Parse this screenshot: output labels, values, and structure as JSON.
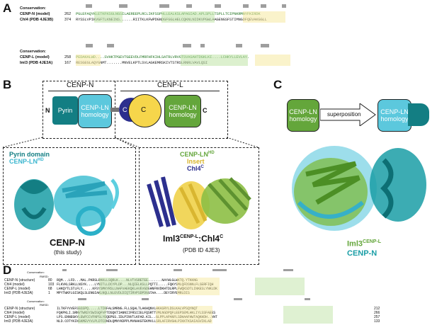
{
  "panels": {
    "a": "A",
    "b": "B",
    "c": "C",
    "d": "D"
  },
  "panel_a": {
    "block1": {
      "conservation_label": "Conservation:",
      "rows": [
        {
          "name": "CENP-N (model)",
          "start": "262",
          "seq": "PGLEFAQYKLETKFKSGLNGSILAEREEPLRCLIKFSSPHLLEALKSLAPAGIAD.APLSPLLTSPLLTCIPNKRMNYFKIRDK"
        },
        {
          "name": "Chl4 (PDB 4JE3B)",
          "start": "374",
          "seq": "RYSSLVPIKVGFTLKNEINS......RIITKLKFWPDGNDGFGGLHELCQKNLNIDKVPGWLAAGENGSFSTIMNGDFQEVAKGGLL"
        }
      ]
    },
    "block2": {
      "conservation_label": "Conservation:",
      "rows": [
        {
          "name": "CENP-L (model)",
          "start": "258",
          "seq": "PEDAKALWD....SVHKTPGEVTGEEVDLFMRFHFKIHLSATRLVRVGTSVASAHTDGKLKI....LCHKYLLEVLAY."
        },
        {
          "name": "Iml3 (PDB 4JE3A)",
          "start": "167",
          "seq": "RESGEGLAQYGNMT.......MNVELKPTLSVLAGKEMRSKIVTSTRSLRNRLVAVLQSI"
        }
      ]
    }
  },
  "panel_b": {
    "cenp_n_label": "CENP-N",
    "cenp_l_label": "CENP-L",
    "n_term": "N",
    "c_term": "C",
    "pyrin": "Pyrin",
    "cenp_ln_homology_1": "CENP-LN homology",
    "c_small": "C",
    "c_large": "C",
    "cenp_ln_homology_2": "CENP-LN homology",
    "c_term_right": "C",
    "left_box": {
      "legend1": "Pyrin domain",
      "legend2": "CENP-LN",
      "legend2_sup": "HD",
      "title": "CENP-N",
      "subtitle": "(this study)"
    },
    "right_box": {
      "legend1": "CENP-LN",
      "legend1_sup": "HD",
      "legend2": "Insert",
      "legend3": "Chl4",
      "legend3_sup": "C",
      "title_main": "Iml3",
      "title_sup1": "CENP-L",
      "title_mid": ":Chl4",
      "title_sup2": "C",
      "subtitle": "(PDB ID 4JE3)"
    }
  },
  "panel_c": {
    "left_box": "CENP-LN homology",
    "arrow_label": "superposition",
    "right_box": "CENP-LN homology",
    "legend1": "Iml3",
    "legend1_sup": "CENP-L",
    "legend2": "CENP-N"
  },
  "panel_d": {
    "block1": {
      "conservation_label": "Conservation:",
      "rmsd_label": "RMSD:",
      "rows": [
        {
          "name": "CENP-N (structure)",
          "start": "80",
          "seq": "RQM...LFD...MAL.PKRSLRKKLLSQRLK....NLVTVSRETEE.......NAYWLGLWKTQ.YTKKNG"
        },
        {
          "name": "Chl4 (model)",
          "start": "103",
          "seq": "FLKVKLSRKLLNSYK....LYNITLLDCYPLDP...NLQIELKSLLPQTTI.....FQKYSMLQFDSNNLFLSERFIQH"
        },
        {
          "name": "CENP-L (model)",
          "start": "68",
          "seq": "LHKQYTLSTLFLY.....KFSYSMKYRSLLNAFVAEKQKLAVEVGDEHNFNVDKHTDLRPLFWQKSDTLINKESLYNKLDK"
        },
        {
          "name": "Iml3 (PDB 4JE3A)",
          "start": "1",
          "seq": "MPYTWKFLGISKQLSLENGIAKLNQLLNLEVDLDIQTIRVPSDPDGGTAA....DEYIRYEMRLDIS"
        }
      ]
    },
    "block2": {
      "conservation_label": "Conservation:",
      "rmsd_label": "RMSD:",
      "rows": [
        {
          "name": "CENP-N (structure)",
          "end": "212",
          "seq": "ILTKFYVVEFSGSSPQ.....LTIKFALSMRNG.FLLSQALTLAKHQNVLHKASRYLDSLKALVPSQYNQT"
        },
        {
          "name": "Chl4 (model)",
          "end": "266",
          "seq": "FQKPKLI.SRNVTWNSYSWIGQFVPTDSQKTIANNIIFRSIIELFQSRTTVMLNGDPQFLEEPSEMLHKLIYLSSFAEES"
        },
        {
          "name": "CENP-L (model)",
          "end": "257",
          "seq": "LPS.ENNEGKYLEWFCCVFNPSLYEQEPGS.IDLPINVTLKFAD.KIL..GLPPLAPANFLSDHAAFHWTAQKHDH..VHT"
        },
        {
          "name": "Iml3 (PDB 4JE3A)",
          "end": "133",
          "seq": "NLD.COTYKINSKMEVYVLPLDTCDNDLQMNYKDPPLMVNAKGTEKMVLLSRLAFIRVGHLPIKKTKSAIASVIKLAD"
        }
      ]
    }
  }
}
